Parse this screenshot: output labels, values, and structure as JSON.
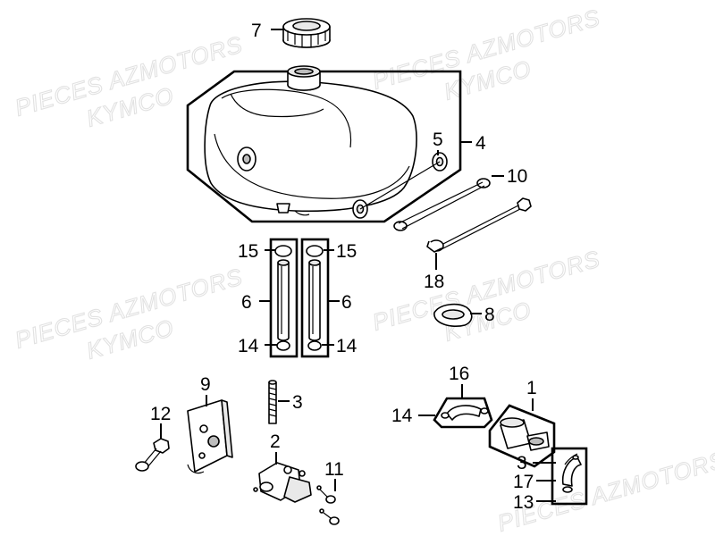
{
  "watermark": {
    "line1": "PIECES AZMOTORS",
    "line2": "KYMCO"
  },
  "callouts": {
    "c1": "1",
    "c2": "2",
    "c3a": "3",
    "c3b": "3",
    "c4": "4",
    "c5": "5",
    "c6a": "6",
    "c6b": "6",
    "c7": "7",
    "c8": "8",
    "c9": "9",
    "c10": "10",
    "c11": "11",
    "c12": "12",
    "c13": "13",
    "c14a": "14",
    "c14b": "14",
    "c14c": "14",
    "c15a": "15",
    "c15b": "15",
    "c16": "16",
    "c17": "17",
    "c18": "18"
  }
}
